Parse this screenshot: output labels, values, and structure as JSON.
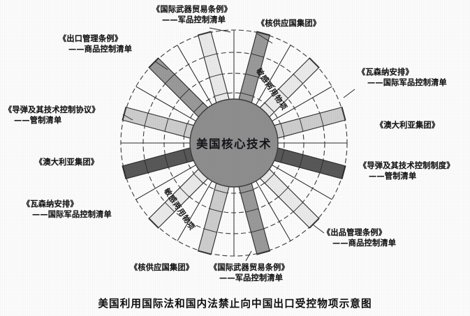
{
  "figure": {
    "caption": "美国利用国际法和国内法禁止向中国出口受控物项示意图",
    "center_label": "美国核心技术"
  },
  "colors": {
    "center_fill": "#8f8f8f",
    "spoke_dark": "#595959",
    "spoke_mid": "#9b9b9b",
    "spoke_light": "#cfcfcf",
    "spoke_pale": "#ececec",
    "outline": "#2b2b2b",
    "ring_dash": "#3a3a3a",
    "background": "#ffffff",
    "text": "#141414"
  },
  "chart_data": {
    "type": "pie",
    "title": "美国利用国际法和国内法禁止向中国出口受控物项示意图",
    "center": "美国核心技术",
    "rings": 4,
    "spoke_count": 12,
    "categories": [
      "《国际武器贸易条例》",
      "《核供应国集团》",
      "《瓦森纳安排》",
      "《澳大利亚集团》",
      "《导弹及其技术控制制度》",
      "《出品管理条例》",
      "《国际武器贸易条例》",
      "《核供应国集团》",
      "《瓦森纳安排》",
      "《澳大利亚集团》",
      "《导弹及其技术控制协议》",
      "《出口管理条例》"
    ],
    "values": [
      1,
      1,
      1,
      1,
      1,
      1,
      1,
      1,
      1,
      1,
      1,
      1
    ],
    "legend_position": "around",
    "grid": false
  },
  "ring_labels": [
    {
      "text": "敏感两用物项",
      "position": "upper-right"
    },
    {
      "text": "敏感两用物项",
      "position": "lower-left"
    }
  ],
  "spokes": [
    {
      "index": 0,
      "angle_deg": -105,
      "shade": "spoke_pale"
    },
    {
      "index": 1,
      "angle_deg": -75,
      "shade": "spoke_mid"
    },
    {
      "index": 2,
      "angle_deg": -45,
      "shade": "spoke_pale"
    },
    {
      "index": 3,
      "angle_deg": -15,
      "shade": "spoke_light"
    },
    {
      "index": 4,
      "angle_deg": 15,
      "shade": "spoke_dark"
    },
    {
      "index": 5,
      "angle_deg": 45,
      "shade": "spoke_pale"
    },
    {
      "index": 6,
      "angle_deg": 75,
      "shade": "spoke_mid"
    },
    {
      "index": 7,
      "angle_deg": 105,
      "shade": "spoke_light"
    },
    {
      "index": 8,
      "angle_deg": 135,
      "shade": "spoke_pale"
    },
    {
      "index": 9,
      "angle_deg": 165,
      "shade": "spoke_dark"
    },
    {
      "index": 10,
      "angle_deg": 195,
      "shade": "spoke_light"
    },
    {
      "index": 11,
      "angle_deg": 225,
      "shade": "spoke_mid"
    }
  ],
  "annotations": {
    "top_center": {
      "line1": "《国际武器贸易条例》",
      "line2": "——军品控制清单"
    },
    "top_right": {
      "line1": "《核供应国集团》",
      "line2": ""
    },
    "top_left": {
      "line1": "《出口管理条例》",
      "line2": "——商品控制清单"
    },
    "left_upper": {
      "line1": "《导弹及其技术控制协议》",
      "line2": "——管制清单"
    },
    "left_mid": {
      "line1": "《澳大利亚集团》",
      "line2": ""
    },
    "left_lower": {
      "line1": "《瓦森纳安排》",
      "line2": "——国际军品控制清单"
    },
    "right_upper": {
      "line1": "《瓦森纳安排》",
      "line2": "——国际军品控制清单"
    },
    "right_mid": {
      "line1": "《澳大利亚集团》",
      "line2": ""
    },
    "right_lower": {
      "line1": "《导弹及其技术控制制度》",
      "line2": "——管制清单"
    },
    "bottom_right": {
      "line1": "《出品管理条例》",
      "line2": "——商品控制清单"
    },
    "bottom_center": {
      "line1": "《国际武器贸易条例》",
      "line2": "——军品控制清单"
    },
    "bottom_left": {
      "line1": "《核供应国集团》",
      "line2": ""
    }
  }
}
